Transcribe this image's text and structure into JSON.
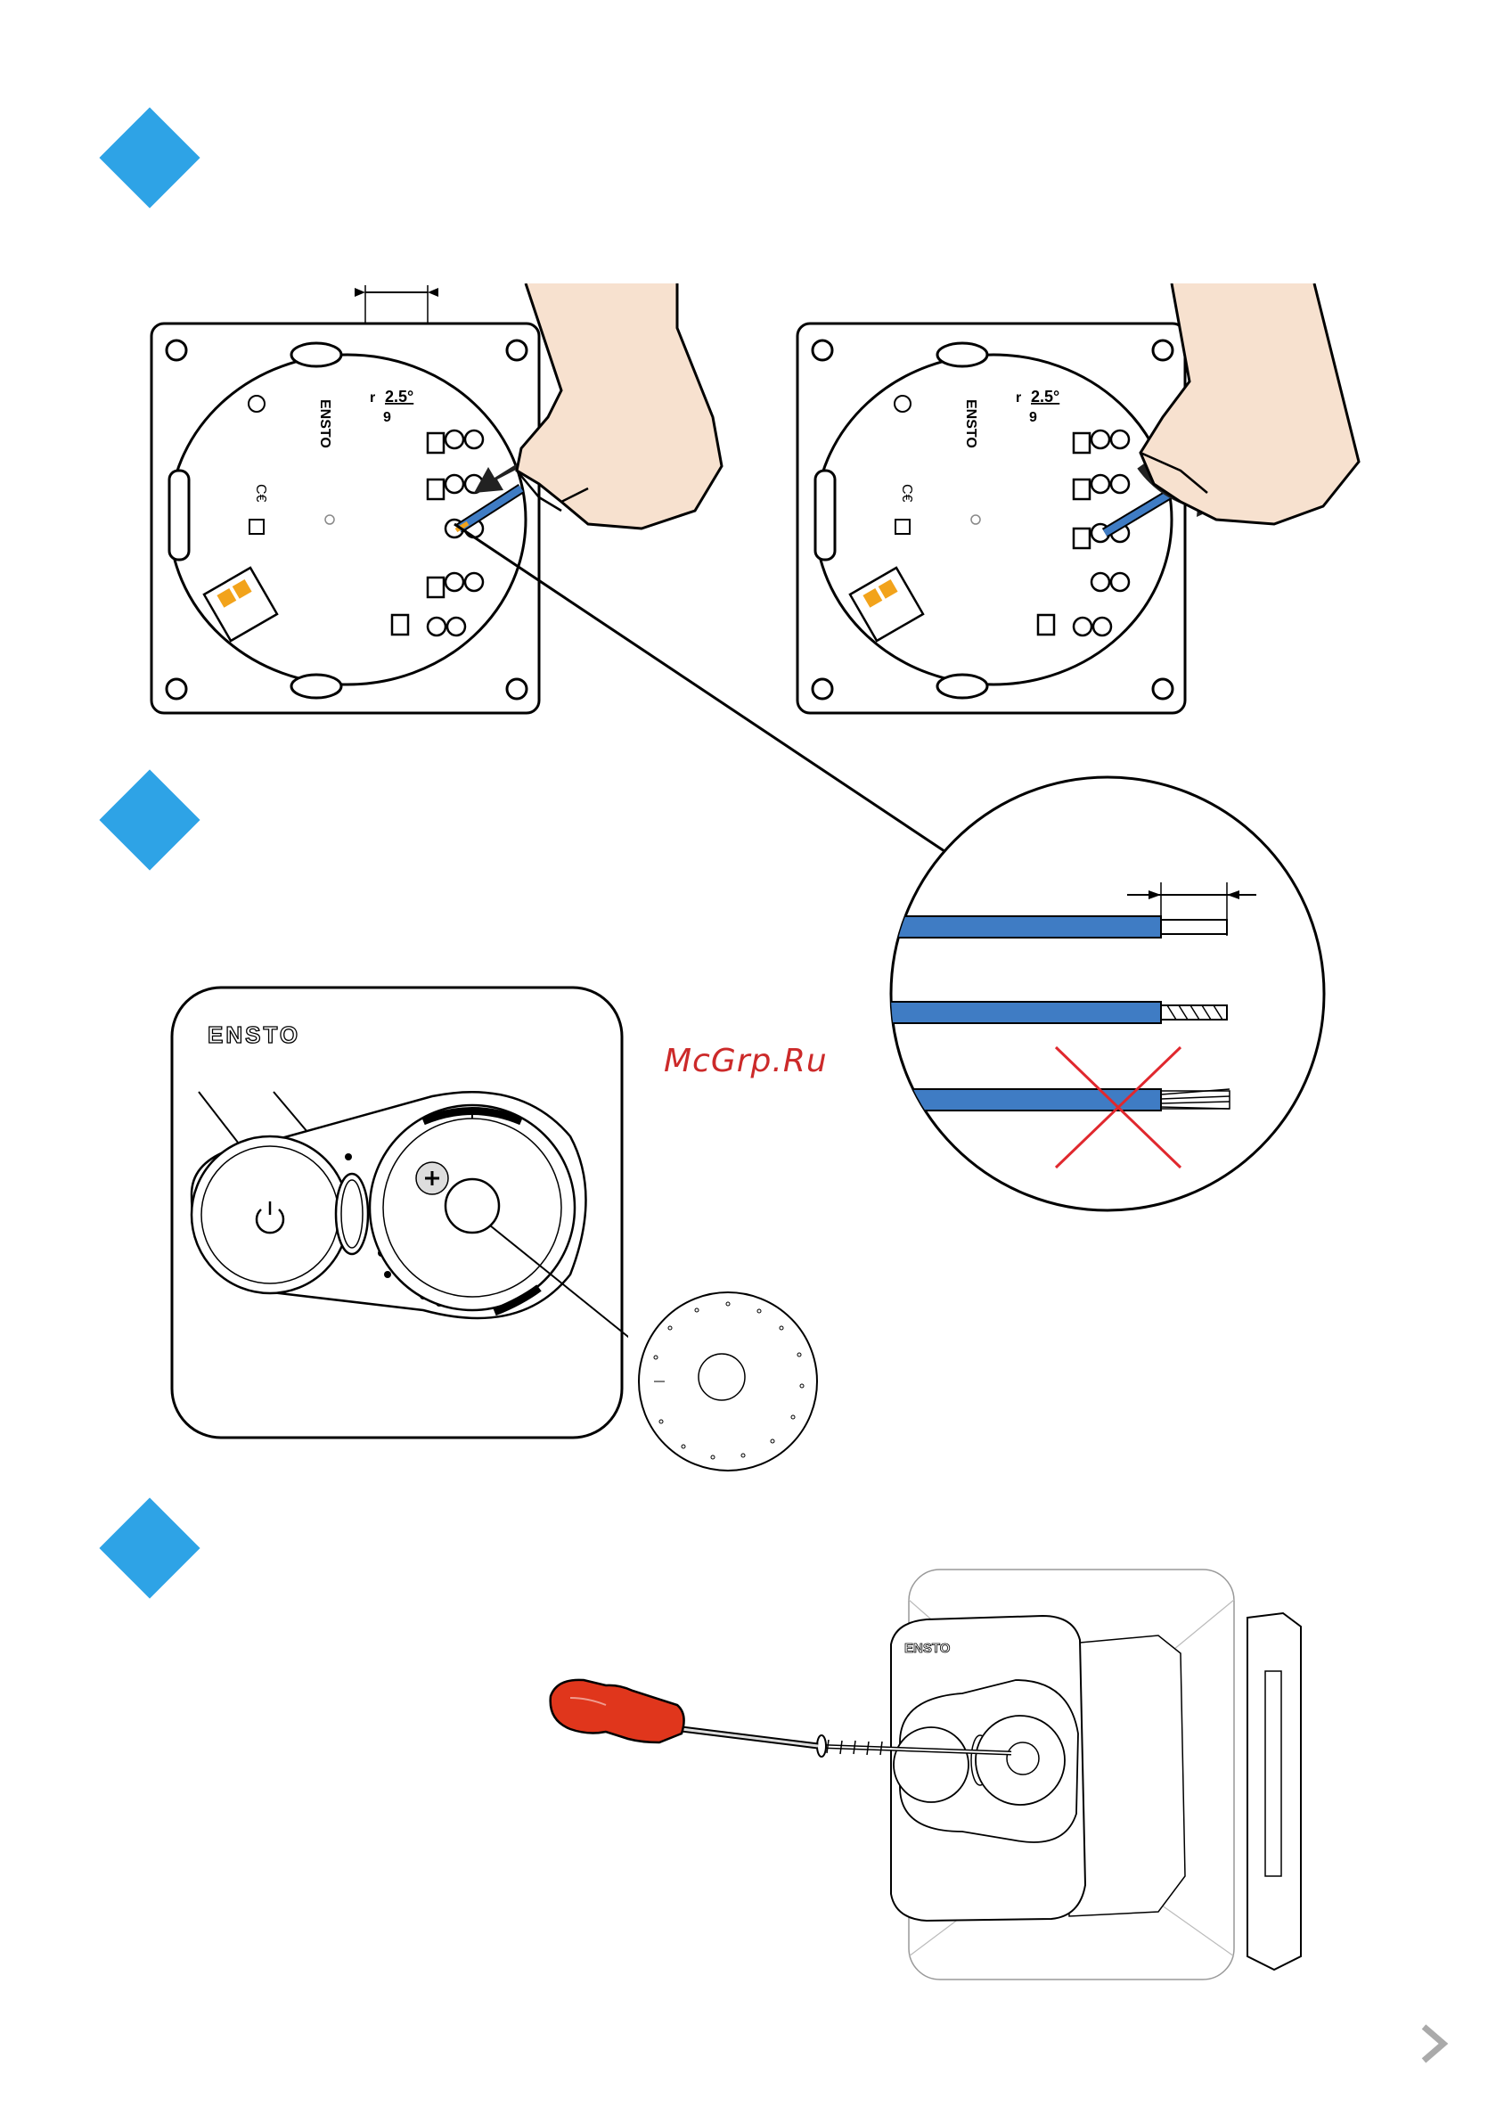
{
  "steps": [
    {
      "id": "step-1"
    },
    {
      "id": "step-2"
    },
    {
      "id": "step-3"
    }
  ],
  "mechanism": {
    "radius_label": "r",
    "angle_label": "2.5°",
    "strip_length_label": "9",
    "brand": "ENSTO"
  },
  "thermostat": {
    "brand": "ENSTO"
  },
  "watermark": "McGrp.Ru",
  "colors": {
    "step_marker": "#2ea3e6",
    "wire_insulation": "#3f7cc4",
    "terminal_orange": "#f2a31b",
    "reject_cross": "#e0282e",
    "screwdriver_handle": "#e0361c",
    "watermark": "#cc2a2a"
  },
  "icons": [
    "power-icon",
    "next-page-icon",
    "push-arrow-icon",
    "pull-arrow-icon",
    "reject-cross-icon"
  ]
}
